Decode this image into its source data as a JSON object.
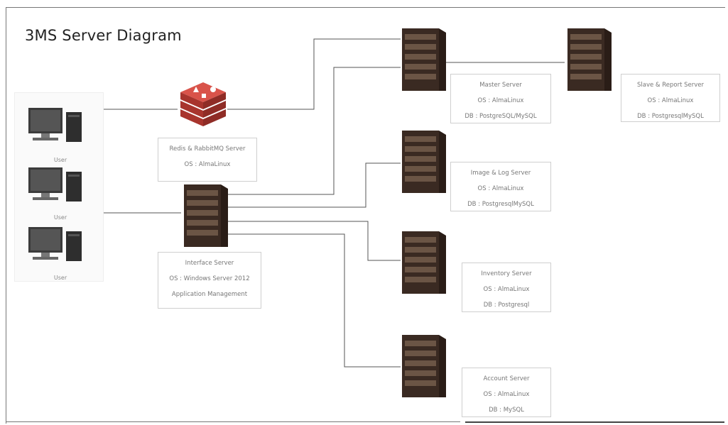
{
  "title": "3MS Server Diagram",
  "users": [
    {
      "label": "User"
    },
    {
      "label": "User"
    },
    {
      "label": "User"
    }
  ],
  "servers": {
    "redis": {
      "name": "Redis & RabbitMQ Server",
      "os": "OS : AlmaLinux"
    },
    "interface": {
      "name": "Interface Server",
      "os": "OS : Windows Server 2012",
      "extra": "Application Management"
    },
    "master": {
      "name": "Master Server",
      "os": "OS : AlmaLinux",
      "db": "DB : PostgreSQL/MySQL"
    },
    "slave": {
      "name": "Slave & Report Server",
      "os": "OS : AlmaLinux",
      "db": "DB : PostgresqlMySQL"
    },
    "image": {
      "name": "Image & Log Server",
      "os": "OS : AlmaLinux",
      "db": "DB : PostgresqlMySQL"
    },
    "inventory": {
      "name": "Inventory Server",
      "os": "OS : AlmaLinux",
      "db": "DB : Postgresql"
    },
    "account": {
      "name": "Account Server",
      "os": "OS : AlmaLinux",
      "db": "DB : MySQL"
    }
  },
  "colors": {
    "server_dark": "#3a2a22",
    "server_mid": "#6b5545",
    "redis_red": "#c9463d",
    "line": "#555555"
  }
}
